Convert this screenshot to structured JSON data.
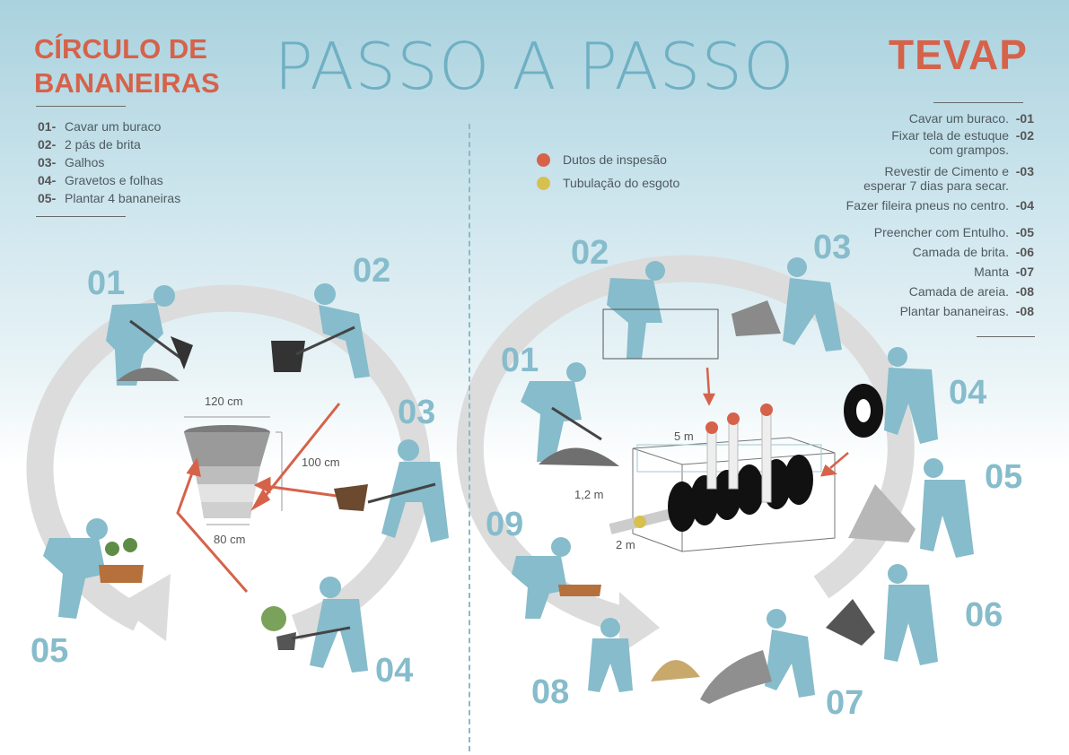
{
  "title": "PASSO A PASSO",
  "left": {
    "title_line1": "CÍRCULO DE",
    "title_line2": "BANANEIRAS",
    "steps": [
      {
        "num": "01-",
        "text": "Cavar um buraco"
      },
      {
        "num": "02-",
        "text": "2 pás de brita"
      },
      {
        "num": "03-",
        "text": "Galhos"
      },
      {
        "num": "04-",
        "text": "Gravetos e folhas"
      },
      {
        "num": "05-",
        "text": "Plantar 4 bananeiras"
      }
    ],
    "diagram_numbers": [
      "01",
      "02",
      "03",
      "04",
      "05"
    ],
    "dimensions": {
      "top": "120 cm",
      "height": "100 cm",
      "bottom": "80 cm"
    }
  },
  "right": {
    "title": "TEVAP",
    "steps": [
      {
        "text": "Cavar um buraco.",
        "num": "-01"
      },
      {
        "text": "Fixar tela de estuque com grampos.",
        "num": "-02"
      },
      {
        "text": "Revestir de Cimento e esperar 7 dias para secar.",
        "num": "-03"
      },
      {
        "text": "Fazer fileira pneus no centro.",
        "num": "-04"
      },
      {
        "text": "Preencher com Entulho.",
        "num": "-05"
      },
      {
        "text": "Camada de brita.",
        "num": "-06"
      },
      {
        "text": "Manta",
        "num": "-07"
      },
      {
        "text": "Camada de areia.",
        "num": "-08"
      },
      {
        "text": "Plantar bananeiras.",
        "num": "-08"
      }
    ],
    "legend": [
      {
        "label": "Dutos de inspesão",
        "color": "#d6624a"
      },
      {
        "label": "Tubulação do esgoto",
        "color": "#d8c050"
      }
    ],
    "diagram_numbers": [
      "01",
      "02",
      "03",
      "04",
      "05",
      "06",
      "07",
      "08",
      "09"
    ],
    "dimensions": {
      "length": "5 m",
      "height": "1,2 m",
      "width": "2 m"
    }
  },
  "colors": {
    "accent": "#d6624a",
    "figure": "#86bccb",
    "circle": "#dcdcdc",
    "title": "#6fb0c3"
  }
}
